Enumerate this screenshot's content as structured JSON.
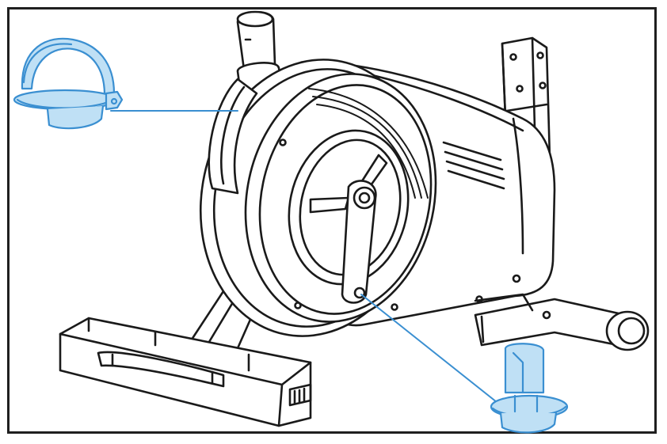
{
  "figure": {
    "subject": "exercise-bike-line-drawing",
    "callouts": [
      {
        "part": "pedal-with-strap",
        "target": "left-crank-pedal-mount"
      },
      {
        "part": "pedal-spindle",
        "target": "right-crank-pedal-mount"
      }
    ]
  },
  "colors": {
    "frame": "#1f1f1f",
    "line_art": "#1a1a1a",
    "callout": "#3a8fd1",
    "callout_fill": "#bfe0f5"
  }
}
